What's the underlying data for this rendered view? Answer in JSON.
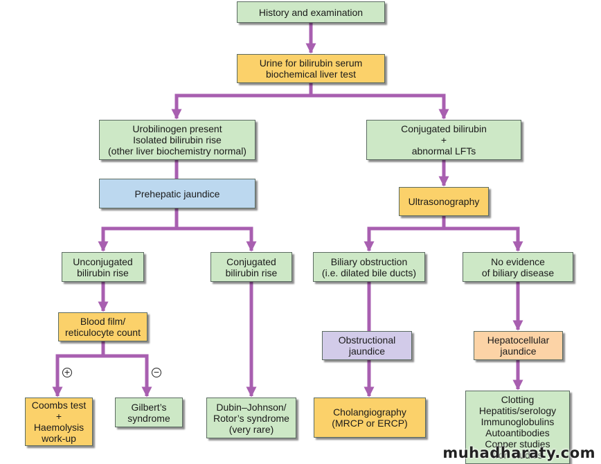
{
  "colors": {
    "arrow": "#a85fb0",
    "green": "#cde8c6",
    "yellow": "#fbd16a",
    "blue": "#bcd8ef",
    "lilac": "#d2cbe9",
    "peach": "#fcd3a6"
  },
  "nodes": {
    "history": "History and examination",
    "urine_test": "Urine for bilirubin serum\nbiochemical liver test",
    "urobilinogen": "Urobilinogen present\nIsolated bilirubin rise\n(other liver biochemistry normal)",
    "conjugated_lfts": "Conjugated bilirubin\n+\nabnormal LFTs",
    "prehepatic": "Prehepatic jaundice",
    "ultrasonography": "Ultrasonography",
    "unconjugated_rise": "Unconjugated\nbilirubin rise",
    "conjugated_rise": "Conjugated\nbilirubin rise",
    "biliary_obstruction": "Biliary obstruction\n(i.e. dilated bile ducts)",
    "no_biliary": "No evidence\nof biliary disease",
    "blood_film": "Blood film/\nreticulocyte count",
    "obstructional": "Obstructional\njaundice",
    "hepatocellular": "Hepatocellular\njaundice",
    "coombs": "Coombs test\n+\nHaemolysis\nwork-up",
    "gilbert": "Gilbert’s\nsyndrome",
    "dubin": "Dubin–Johnson/\nRotor’s syndrome\n(very rare)",
    "cholangiography": "Cholangiography\n(MRCP or ERCP)",
    "clotting": "Clotting\nHepatitis/serology\nImmunoglobulins\nAutoantibodies\nCopper studies\nIron studies"
  },
  "signs": {
    "plus": "+",
    "minus": "−"
  },
  "watermark": "muhadharaty.com"
}
